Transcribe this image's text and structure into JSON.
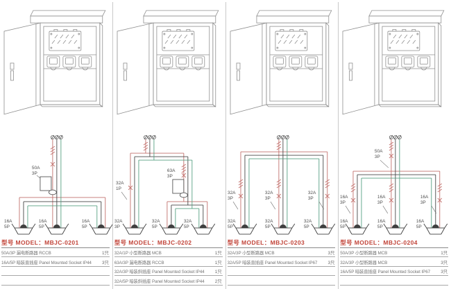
{
  "colors": {
    "wire_live_red": "#c2706c",
    "wire_neutral_dark": "#474747",
    "wire_earth_green": "#57a083",
    "table_header_red": "#c2453a",
    "cabinet_line_gray": "#8f8f8f"
  },
  "panels": [
    {
      "table": {
        "header": "型号 MODEL：MBJC-0201",
        "rows": [
          {
            "item": "50A/3P 漏电断路器 RCCB",
            "qty": "1只"
          },
          {
            "item": "16A/5P 暗装直插座 Panel Mounted Socket IP44",
            "qty": "3只"
          },
          {
            "item": "",
            "qty": ""
          },
          {
            "item": "",
            "qty": ""
          }
        ]
      },
      "wiring": {
        "main_breaker": {
          "a": "50A",
          "p": "3P"
        },
        "sockets": [
          {
            "a": "16A",
            "p": "5P"
          },
          {
            "a": "16A",
            "p": "5P"
          },
          {
            "a": "16A",
            "p": "5P"
          }
        ]
      }
    },
    {
      "table": {
        "header": "型号 MODEL：MBJC-0202",
        "rows": [
          {
            "item": "32A/1P 小型断路器 MCB",
            "qty": "1只"
          },
          {
            "item": "63A/3P 漏电断路器 RCCB",
            "qty": "1只"
          },
          {
            "item": "32A/3P 暗装斜插座 Panel Mounted Socket IP44",
            "qty": "1只"
          },
          {
            "item": "32A/5P 暗装斜插座 Panel Mounted Socket IP44",
            "qty": "2只"
          }
        ]
      },
      "wiring": {
        "branch_breaker": {
          "a": "32A",
          "p": "1P"
        },
        "main_breaker": {
          "a": "63A",
          "p": "3P"
        },
        "sockets": [
          {
            "a": "32A",
            "p": "3P"
          },
          {
            "a": "32A",
            "p": "5P"
          },
          {
            "a": "32A",
            "p": "5P"
          }
        ]
      }
    },
    {
      "table": {
        "header": "型号 MODEL：MBJC-0203",
        "rows": [
          {
            "item": "32A/3P 小型断路器 MCB",
            "qty": "3只"
          },
          {
            "item": "32A/5P 暗装直插座 Panel Mounted Socket IP67",
            "qty": "3只"
          },
          {
            "item": "",
            "qty": ""
          },
          {
            "item": "",
            "qty": ""
          }
        ]
      },
      "wiring": {
        "branch_breakers": [
          {
            "a": "32A",
            "p": "3P"
          },
          {
            "a": "32A",
            "p": "3P"
          },
          {
            "a": "32A",
            "p": "3P"
          }
        ],
        "sockets": [
          {
            "a": "32A",
            "p": "5P"
          },
          {
            "a": "32A",
            "p": "5P"
          },
          {
            "a": "32A",
            "p": "5P"
          }
        ]
      }
    },
    {
      "table": {
        "header": "型号 MODEL：MBJC-0204",
        "rows": [
          {
            "item": "50A/3P 小型断路器 MCB",
            "qty": "1只"
          },
          {
            "item": "32A/3P 小型断路器 MCB",
            "qty": "3只"
          },
          {
            "item": "16A/5P 暗装直插座 Panel Mounted Socket IP67",
            "qty": "3只"
          },
          {
            "item": "",
            "qty": ""
          }
        ]
      },
      "wiring": {
        "main_breaker": {
          "a": "50A",
          "p": "3P"
        },
        "branch_breakers": [
          {
            "a": "16A",
            "p": "3P"
          },
          {
            "a": "16A",
            "p": "3P"
          },
          {
            "a": "16A",
            "p": "3P"
          }
        ],
        "sockets": [
          {
            "a": "16A",
            "p": "5P"
          },
          {
            "a": "16A",
            "p": "5P"
          },
          {
            "a": "16A",
            "p": "5P"
          }
        ]
      }
    }
  ]
}
